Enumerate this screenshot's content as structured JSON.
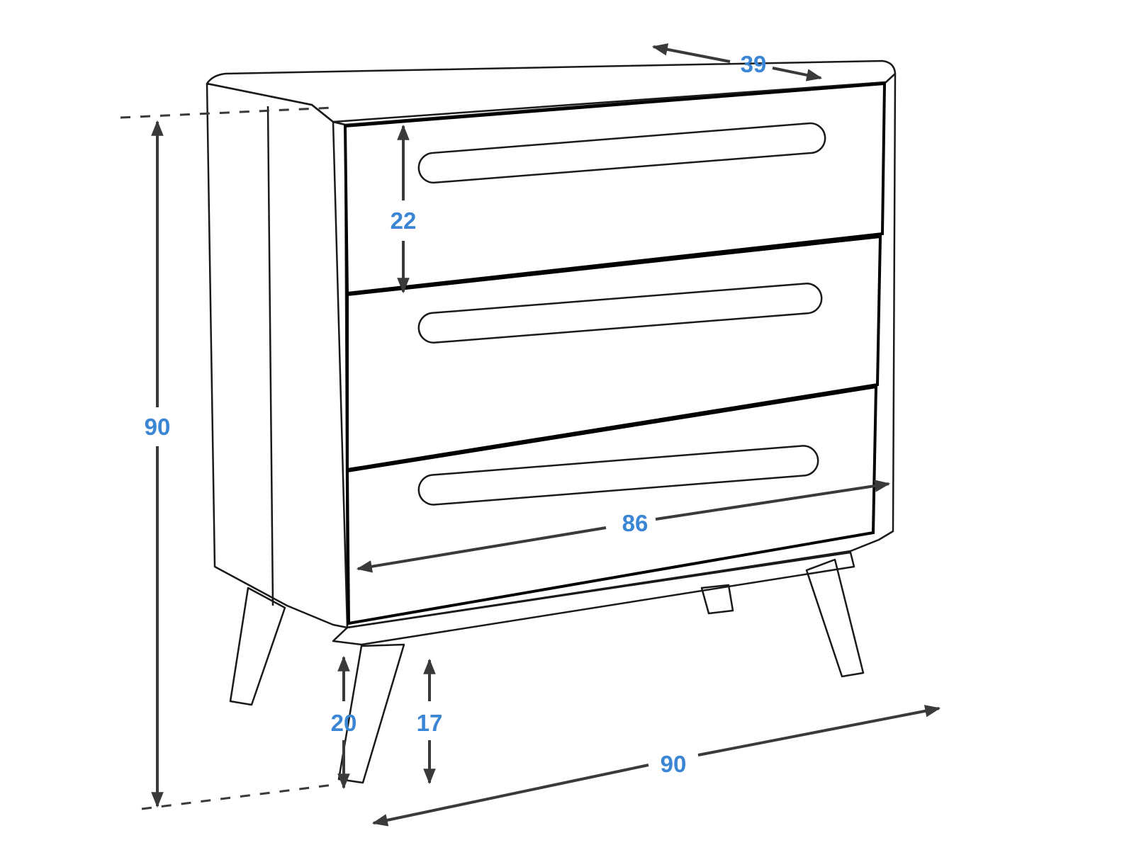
{
  "diagram": {
    "subject": "Three-drawer chest of drawers with tapered legs (dimension drawing)",
    "label_color": "#3a86d4",
    "arrow_color": "#3a3a3a",
    "dimensions": {
      "depth": "39",
      "drawer_height": "22",
      "total_height": "90",
      "drawer_width": "86",
      "leg_height_front": "20",
      "leg_height_clearance": "17",
      "total_width": "90"
    },
    "drawers": [
      {
        "name": "top-drawer"
      },
      {
        "name": "middle-drawer"
      },
      {
        "name": "bottom-drawer"
      }
    ]
  }
}
